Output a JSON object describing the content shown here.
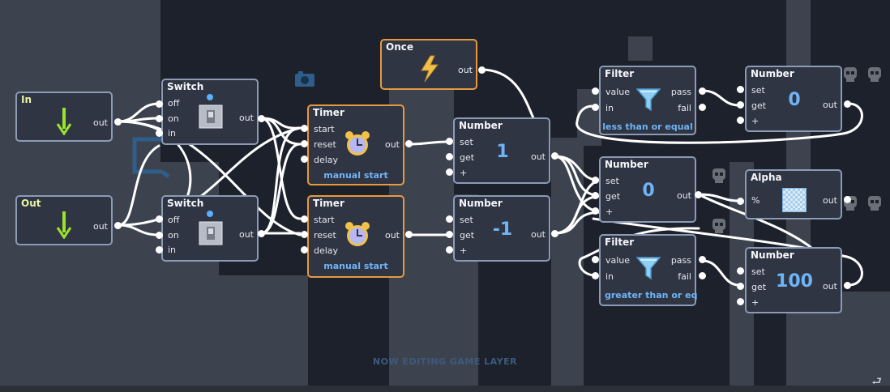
{
  "nodes": {
    "in": {
      "title": "In"
    },
    "out": {
      "title": "Out"
    },
    "switch1": {
      "title": "Switch",
      "ports_in": [
        "off",
        "on",
        "in"
      ],
      "port_out": "out"
    },
    "switch2": {
      "title": "Switch",
      "ports_in": [
        "off",
        "on",
        "in"
      ],
      "port_out": "out"
    },
    "once": {
      "title": "Once",
      "port_out": "out"
    },
    "timer1": {
      "title": "Timer",
      "ports_in": [
        "start",
        "reset",
        "delay"
      ],
      "port_out": "out",
      "mode": "manual start"
    },
    "timer2": {
      "title": "Timer",
      "ports_in": [
        "start",
        "reset",
        "delay"
      ],
      "port_out": "out",
      "mode": "manual start"
    },
    "number1": {
      "title": "Number",
      "ports_in": [
        "set",
        "get",
        "+"
      ],
      "port_out": "out",
      "value": "1"
    },
    "number2": {
      "title": "Number",
      "ports_in": [
        "set",
        "get",
        "+"
      ],
      "port_out": "out",
      "value": "-1"
    },
    "number3": {
      "title": "Number",
      "ports_in": [
        "set",
        "get",
        "+"
      ],
      "port_out": "out",
      "value": "0"
    },
    "number4": {
      "title": "Number",
      "ports_in": [
        "set",
        "get",
        "+"
      ],
      "port_out": "out",
      "value": "0"
    },
    "number5": {
      "title": "Number",
      "ports_in": [
        "set",
        "get",
        "+"
      ],
      "port_out": "out",
      "value": "100"
    },
    "filter1": {
      "title": "Filter",
      "ports_in": [
        "value",
        "in"
      ],
      "ports_out": [
        "pass",
        "fail"
      ],
      "condition": "less than or equal"
    },
    "filter2": {
      "title": "Filter",
      "ports_in": [
        "value",
        "in"
      ],
      "ports_out": [
        "pass",
        "fail"
      ],
      "condition": "greater than or equal"
    },
    "alpha": {
      "title": "Alpha",
      "port_in": "%",
      "port_out": "out"
    }
  },
  "footer": "NOW EDITING GAME LAYER",
  "back_glyph": "⮐",
  "colors": {
    "accent": "#6fb4f7",
    "node_border": "#8c9ab6",
    "timer_border": "#e8993f",
    "arrow": "#9be22d"
  }
}
